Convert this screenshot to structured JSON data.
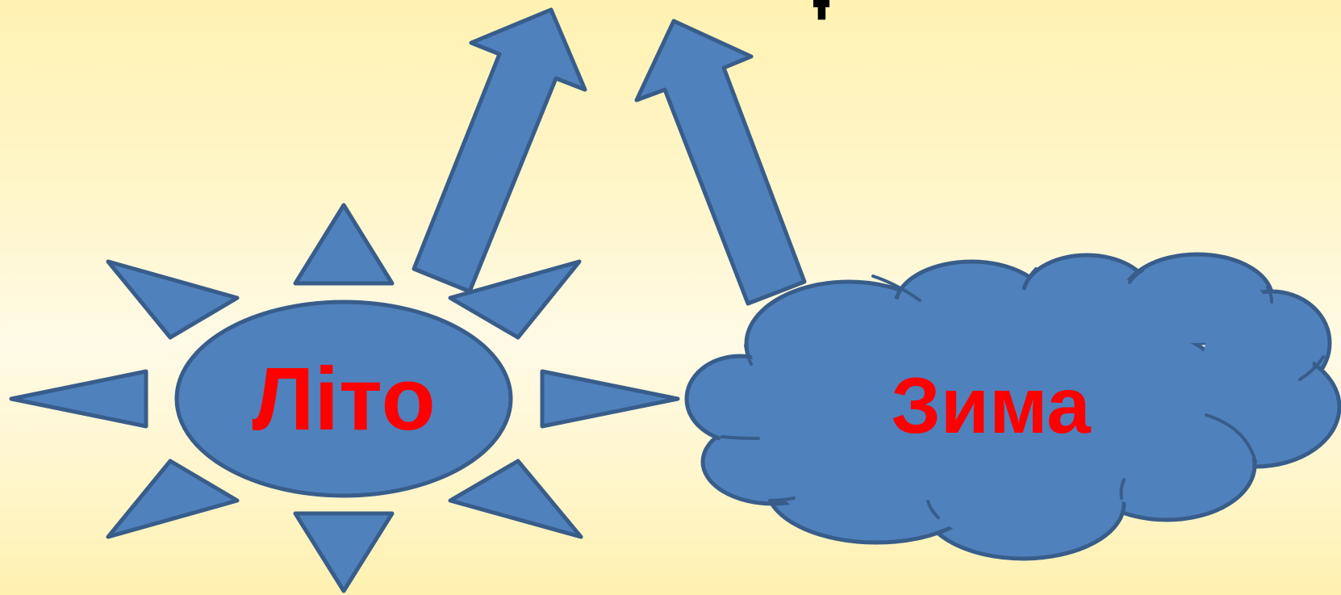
{
  "diagram": {
    "summer_label": "Літо",
    "winter_label": "Зима",
    "top_fragment": "|"
  },
  "colors": {
    "shape_fill": "#4f81bd",
    "shape_stroke": "#385d8a",
    "label_color": "#ff0000",
    "background": "#fff6cc"
  },
  "icons": [
    "sun-icon",
    "cloud-icon",
    "arrow-up-right",
    "arrow-up-left"
  ]
}
